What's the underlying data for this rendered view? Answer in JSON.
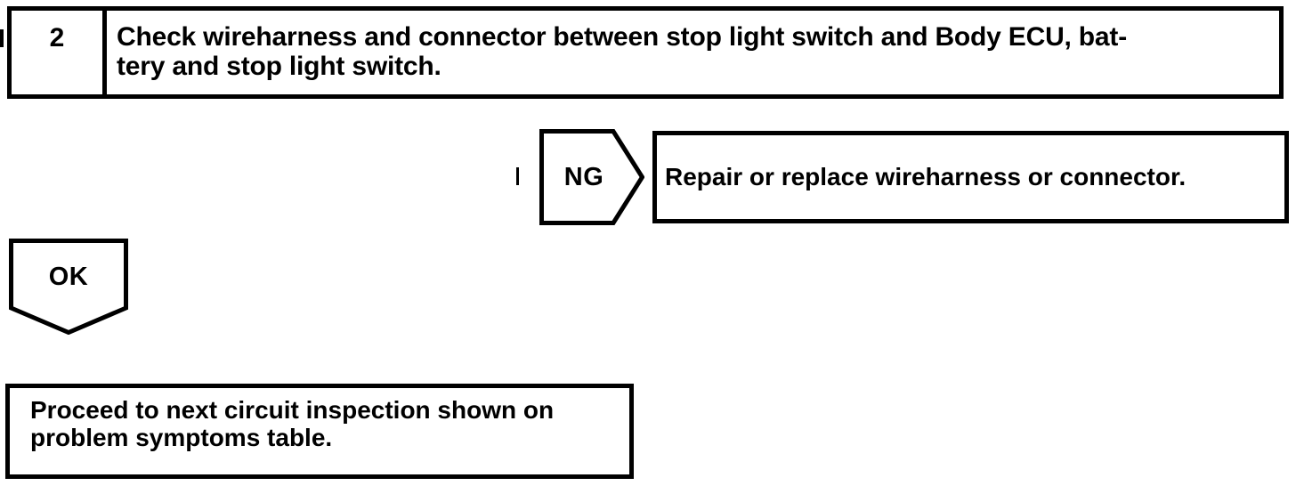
{
  "document": {
    "type": "troubleshooting-flowchart",
    "step_box": {
      "step_number": "2",
      "instruction_lines": [
        "Check wireharness and connector between stop light switch and Body ECU, bat-",
        "tery and stop light switch."
      ]
    },
    "ng_branch": {
      "connector_label": "NG",
      "action_text": "Repair or replace wireharness or connector."
    },
    "ok_branch": {
      "connector_label": "OK"
    },
    "result_box": {
      "text_lines": [
        "Proceed to next circuit inspection shown on",
        "problem symptoms table."
      ]
    },
    "colors": {
      "ink": "#000000",
      "paper": "#ffffff"
    }
  }
}
